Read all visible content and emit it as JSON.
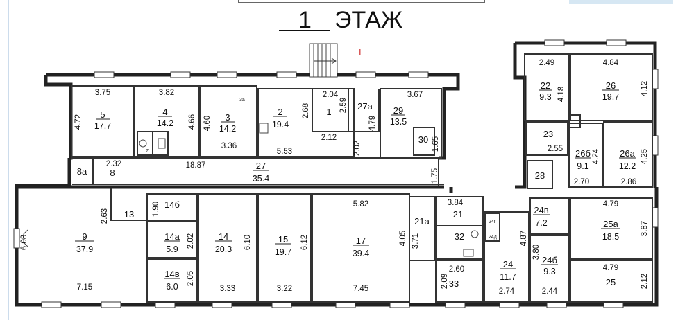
{
  "header": {
    "floor_number": "1",
    "floor_word": "ЭТАЖ"
  },
  "stair_mark": "I",
  "rooms": [
    {
      "id": "r5",
      "num": "5",
      "area": "17.7"
    },
    {
      "id": "r4",
      "num": "4",
      "area": "14.2"
    },
    {
      "id": "r3",
      "num": "3",
      "area": "14.2"
    },
    {
      "id": "r3a",
      "num": "3а"
    },
    {
      "id": "r2",
      "num": "2",
      "area": "19.4"
    },
    {
      "id": "r1",
      "num": "1"
    },
    {
      "id": "r27a",
      "num": "27а"
    },
    {
      "id": "r29",
      "num": "29",
      "area": "13.5"
    },
    {
      "id": "r30",
      "num": "30"
    },
    {
      "id": "r7",
      "num": "7"
    },
    {
      "id": "r8a",
      "num": "8а"
    },
    {
      "id": "r8",
      "num": "8"
    },
    {
      "id": "r27",
      "num": "27",
      "area": "35.4"
    },
    {
      "id": "r22",
      "num": "22",
      "area": "9.3"
    },
    {
      "id": "r26",
      "num": "26",
      "area": "19.7"
    },
    {
      "id": "r23",
      "num": "23"
    },
    {
      "id": "r26b",
      "num": "26б",
      "area": "9.1"
    },
    {
      "id": "r26a",
      "num": "26а",
      "area": "12.2"
    },
    {
      "id": "r28",
      "num": "28"
    },
    {
      "id": "r9",
      "num": "9",
      "area": "37.9"
    },
    {
      "id": "r13",
      "num": "13"
    },
    {
      "id": "r14b",
      "num": "14б"
    },
    {
      "id": "r14a",
      "num": "14а",
      "area": "5.9"
    },
    {
      "id": "r14v",
      "num": "14в",
      "area": "6.0"
    },
    {
      "id": "r14",
      "num": "14",
      "area": "20.3"
    },
    {
      "id": "r15",
      "num": "15",
      "area": "19.7"
    },
    {
      "id": "r17",
      "num": "17",
      "area": "39.4"
    },
    {
      "id": "r21a",
      "num": "21а"
    },
    {
      "id": "r21",
      "num": "21"
    },
    {
      "id": "r32",
      "num": "32"
    },
    {
      "id": "r33",
      "num": "33"
    },
    {
      "id": "r24",
      "num": "24",
      "area": "11.7"
    },
    {
      "id": "r24v",
      "num": "24в",
      "area": "7.2"
    },
    {
      "id": "r24b",
      "num": "24б",
      "area": "9.3"
    },
    {
      "id": "r24g",
      "num": "24г"
    },
    {
      "id": "r24d",
      "num": "24д"
    },
    {
      "id": "r25a",
      "num": "25а",
      "area": "18.5"
    },
    {
      "id": "r25",
      "num": "25"
    }
  ],
  "dimensions": [
    "3.75",
    "4.72",
    "3.82",
    "4.66",
    "4.60",
    "3.36",
    "2.68",
    "5.53",
    "2.04",
    "2.59",
    "2.12",
    "4.79",
    "2.02",
    "3.67",
    "1.65",
    "2.32",
    "18.87",
    "1.75",
    "2.49",
    "4.18",
    "4.84",
    "4.12",
    "2.55",
    "4.24",
    "4.25",
    "2.70",
    "2.86",
    "6.08",
    "2.63",
    "7.15",
    "1.90",
    "2.02",
    "2.05",
    "3.33",
    "6.10",
    "6.12",
    "3.22",
    "5.82",
    "4.05",
    "7.45",
    "3.71",
    "3.84",
    "2.60",
    "2.09",
    "4.87",
    "2.74",
    "3.80",
    "2.44",
    "4.79",
    "3.87",
    "4.79",
    "2.12"
  ]
}
